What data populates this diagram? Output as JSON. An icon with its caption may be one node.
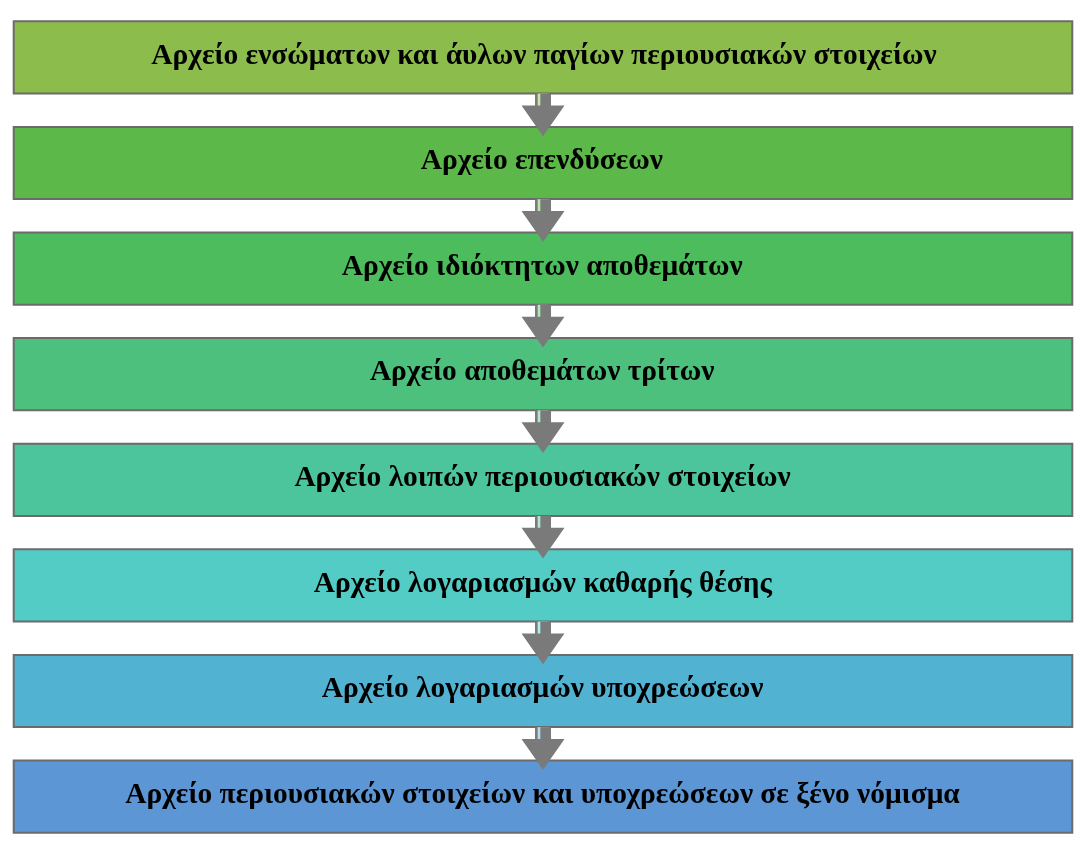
{
  "diagram": {
    "nodes": [
      {
        "text": [
          "Αρχείο ενσώματων και άυλων παγίων περιουσιακών στοιχείων"
        ]
      },
      {
        "text": [
          "Αρχείο επενδύσεων"
        ]
      },
      {
        "text": [
          "Αρχείο ιδιόκτητων αποθεμάτων"
        ]
      },
      {
        "text": [
          "Αρχείο αποθεμάτων τρίτων"
        ]
      },
      {
        "text": [
          "Αρχείο λοιπών περιουσιακών στοιχείων"
        ]
      },
      {
        "text": [
          "Αρχείο λογαριασμών καθαρής θέσης"
        ]
      },
      {
        "text": [
          "Αρχείο λογαριασμών υποχρεώσεων"
        ]
      },
      {
        "text": [
          "Αρχείο περιουσιακών στοιχείων και υποχρεώσεων σε ξένο νόμισμα"
        ]
      }
    ],
    "edges": [
      {
        "from": 0,
        "to": 1,
        "arrow": "to"
      },
      {
        "from": 1,
        "to": 2,
        "arrow": "to"
      },
      {
        "from": 2,
        "to": 3,
        "arrow": "to"
      },
      {
        "from": 3,
        "to": 4,
        "arrow": "to"
      },
      {
        "from": 4,
        "to": 5,
        "arrow": "to"
      },
      {
        "from": 5,
        "to": 6,
        "arrow": "to"
      },
      {
        "from": 6,
        "to": 7,
        "arrow": "to"
      }
    ]
  }
}
